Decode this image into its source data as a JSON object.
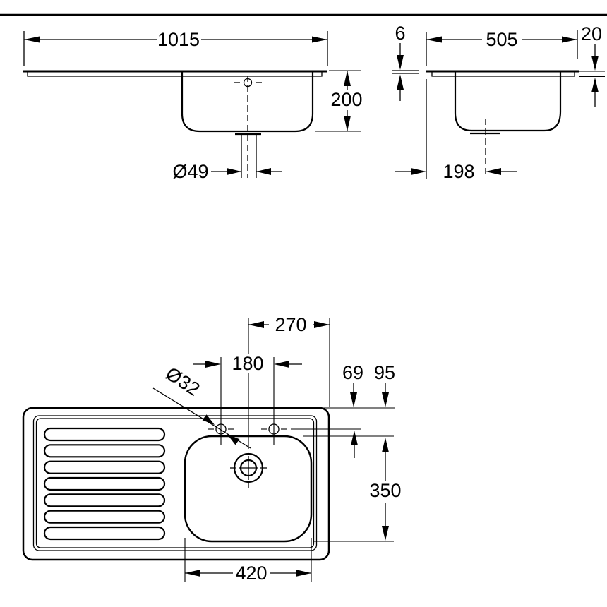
{
  "front_view": {
    "overall_width": "1015",
    "bowl_depth": "200",
    "drain_diameter": "Ø49"
  },
  "side_view": {
    "front_edge_height": "6",
    "overall_depth": "505",
    "back_ledge_height": "20",
    "drain_center_offset": "198"
  },
  "plan_view": {
    "bowl_center_to_edge": "270",
    "tap_hole_spacing": "180",
    "tap_hole_diameter": "Ø32",
    "tap_center_offset": "69",
    "bowl_edge_offset": "95",
    "bowl_length": "350",
    "bowl_width": "420"
  }
}
